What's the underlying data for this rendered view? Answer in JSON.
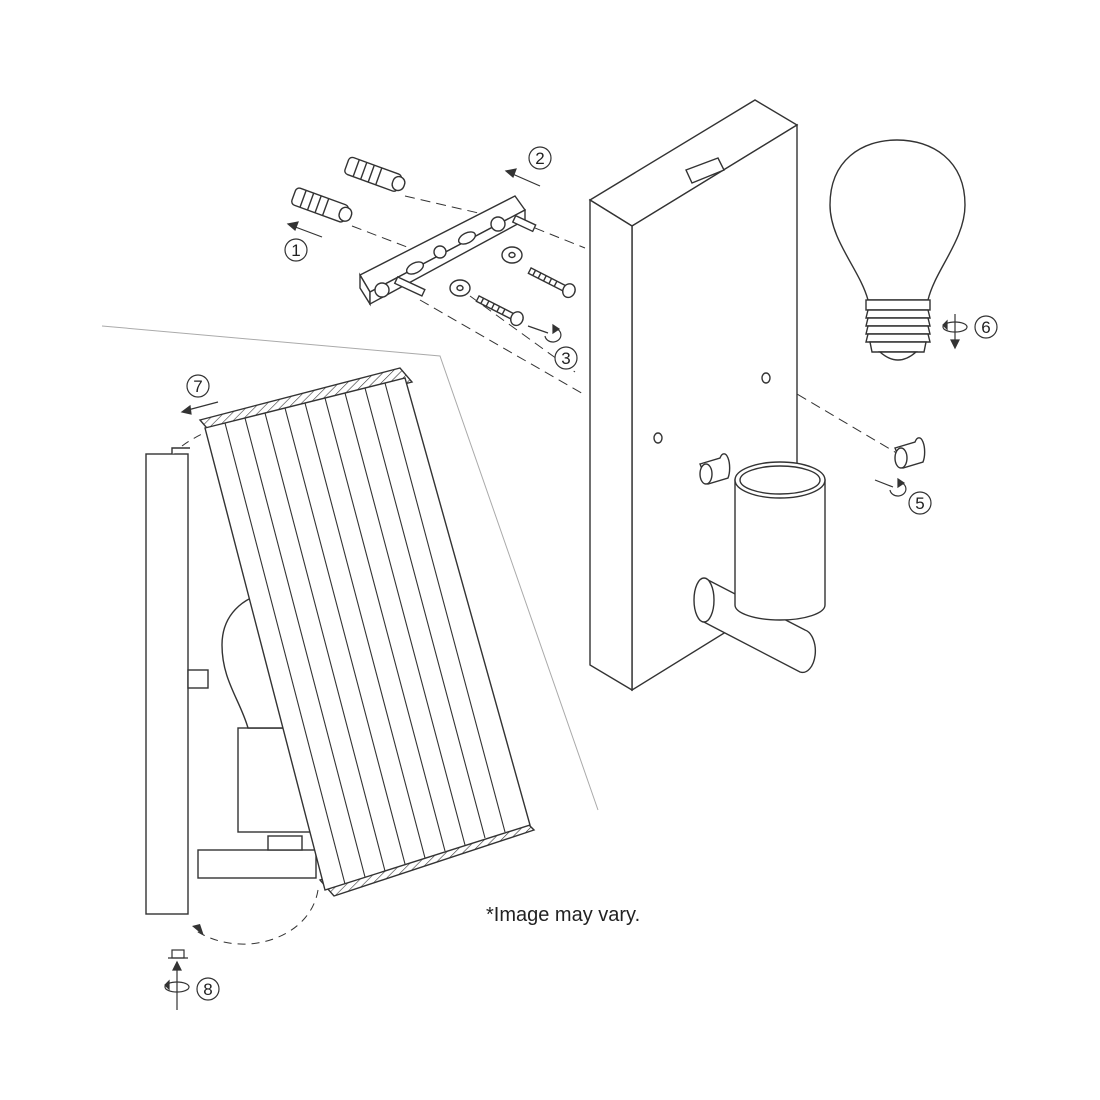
{
  "steps": [
    "1",
    "2",
    "3",
    "5",
    "6",
    "7",
    "8"
  ],
  "note": "*Image may vary.",
  "colors": {
    "line": "#333333",
    "fill": "#ffffff",
    "light": "#aaaaaa"
  }
}
